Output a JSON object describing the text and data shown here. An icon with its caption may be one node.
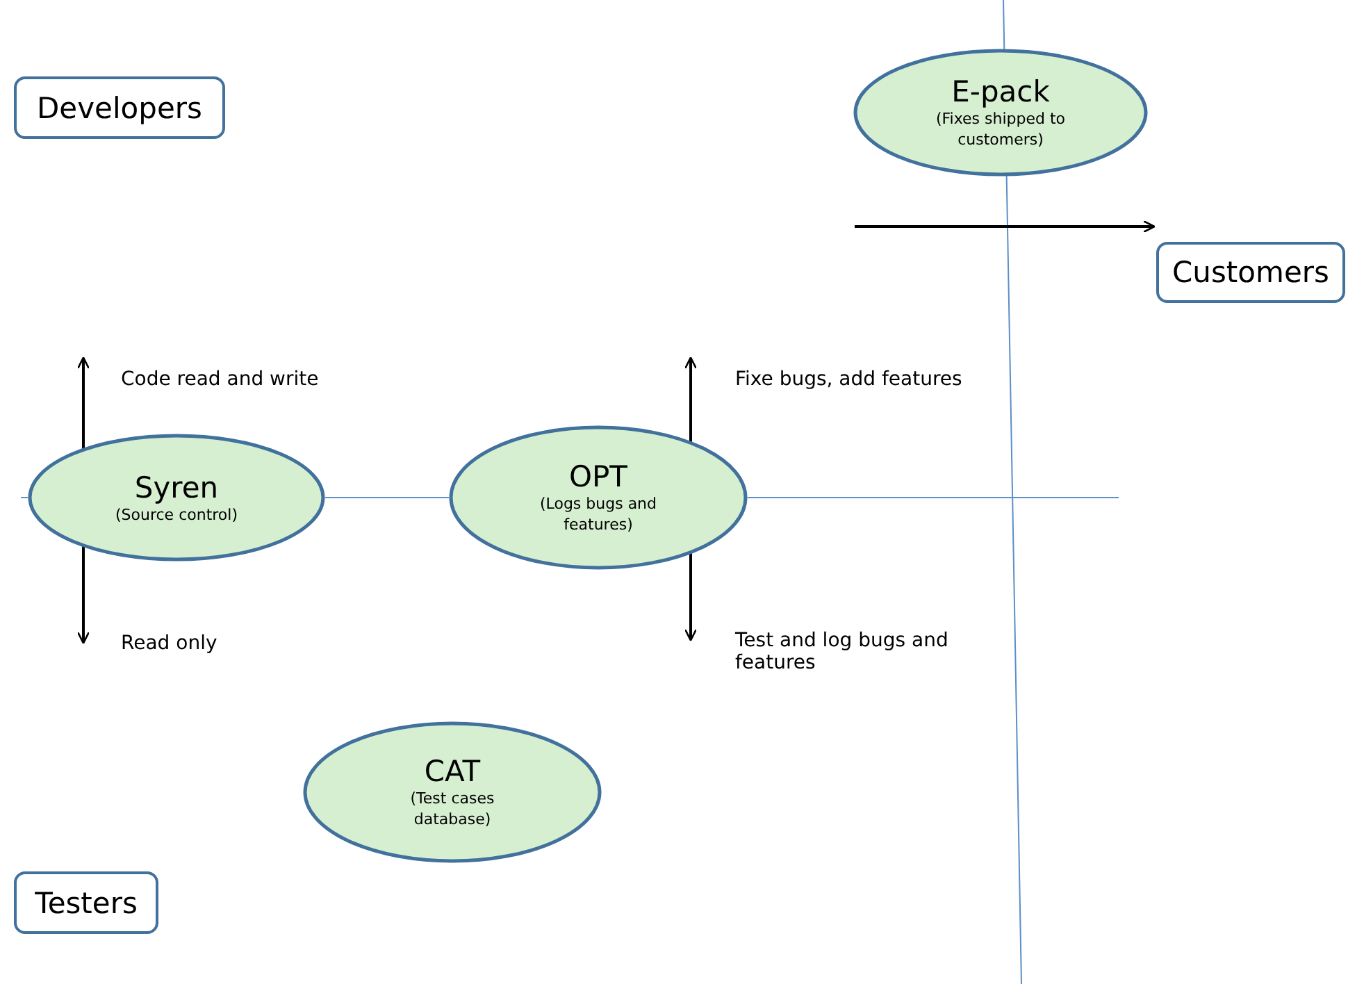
{
  "diagram": {
    "nodes": [
      {
        "text": [
          "Developers"
        ]
      },
      {
        "text": [
          "E-pack",
          "(Fixes shipped to customers)"
        ]
      },
      {
        "text": [
          "Customers"
        ]
      },
      {
        "text": [
          "Syren",
          "(Source control)"
        ]
      },
      {
        "text": [
          "OPT",
          "(Logs bugs and features)"
        ]
      },
      {
        "text": [
          "CAT",
          "(Test cases database)"
        ]
      },
      {
        "text": [
          "Testers"
        ]
      }
    ],
    "edges": [
      {
        "from": 3,
        "to": 4,
        "arrow": "none"
      },
      {
        "from": null,
        "to": 2,
        "arrow": "to",
        "color": "#000000"
      }
    ],
    "labels": [
      "Code read and write",
      "Fixe bugs, add features",
      "Read only",
      "Test and log bugs and features"
    ]
  }
}
